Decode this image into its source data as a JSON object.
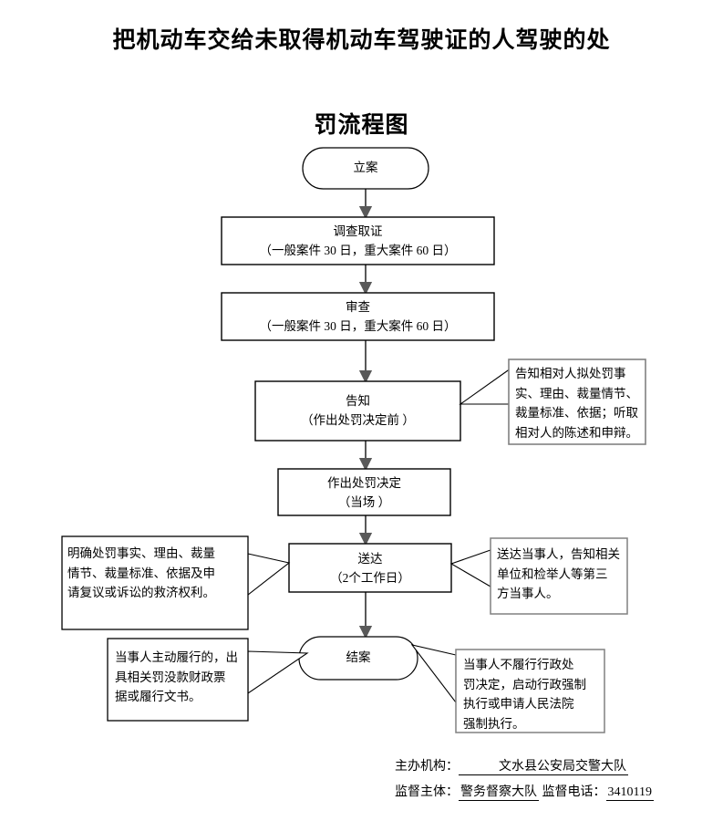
{
  "title": {
    "line1": "把机动车交给未取得机动车驾驶证的人驾驶的处",
    "line2": "罚流程图"
  },
  "flow": {
    "nodes": [
      {
        "id": "start",
        "shape": "terminator",
        "line1": "立案",
        "line2": ""
      },
      {
        "id": "investigate",
        "shape": "process",
        "line1": "调查取证",
        "line2": "（一般案件 30 日，重大案件 60 日）"
      },
      {
        "id": "review",
        "shape": "process",
        "line1": "审查",
        "line2": "（一般案件 30 日，重大案件 60 日）"
      },
      {
        "id": "notify",
        "shape": "process",
        "line1": "告知",
        "line2": "（作出处罚决定前 ）"
      },
      {
        "id": "decision",
        "shape": "process",
        "line1": "作出处罚决定",
        "line2": "（当场 ）"
      },
      {
        "id": "serve",
        "shape": "process",
        "line1": "送达",
        "line2": "（2个工作日）"
      },
      {
        "id": "close",
        "shape": "terminator",
        "line1": "结案",
        "line2": ""
      }
    ],
    "annotations": [
      {
        "id": "notify-note",
        "side": "right",
        "lines": [
          "告知相对人拟处罚事",
          "实、理由、裁量情节、",
          "裁量标准、依据；听取",
          "相对人的陈述和申辩。"
        ]
      },
      {
        "id": "serve-note-left",
        "side": "left",
        "lines": [
          "明确处罚事实、理由、裁量",
          "情节、裁量标准、依据及申",
          "请复议或诉讼的救济权利。"
        ]
      },
      {
        "id": "serve-note-right",
        "side": "right",
        "lines": [
          "送达当事人，告知相关",
          "单位和检举人等第三",
          "方当事人。"
        ]
      },
      {
        "id": "close-note-left",
        "side": "left",
        "lines": [
          "当事人主动履行的，出",
          "具相关罚没款财政票",
          "据或履行文书。"
        ]
      },
      {
        "id": "close-note-right",
        "side": "right",
        "lines": [
          "当事人不履行行政处",
          "罚决定，启动行政强制",
          "执行或申请人民法院",
          "强制执行。"
        ]
      }
    ]
  },
  "footer": {
    "organizer_label": "主办机构：",
    "organizer_value": "文水县公安局交警大队",
    "supervisor_label": "监督主体：",
    "supervisor_value": "警务督察大队",
    "phone_label": "监督电话：",
    "phone_value": "3410119"
  },
  "colors": {
    "stroke": "#000000",
    "arrow": "#595959",
    "note_border": "#808080",
    "background": "#ffffff"
  }
}
